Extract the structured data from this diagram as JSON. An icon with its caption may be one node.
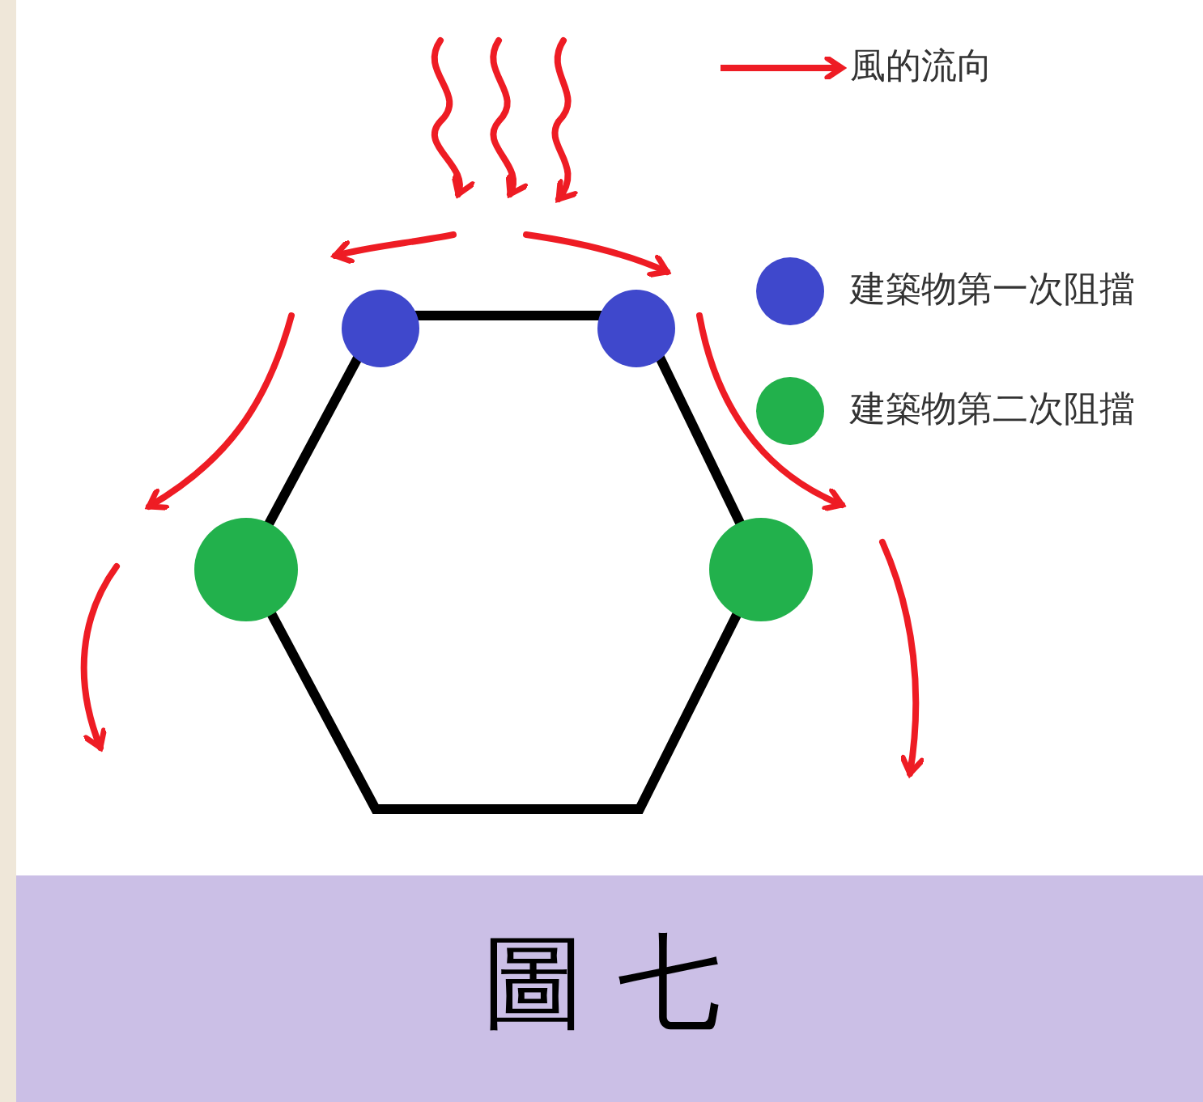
{
  "diagram": {
    "caption": "圖 七",
    "legend": [
      {
        "text": "風的流向"
      },
      {
        "text": "建築物第一次阻擋",
        "color": "#3f48cc"
      },
      {
        "text": "建築物第二次阻擋",
        "color": "#22b14c"
      }
    ]
  }
}
